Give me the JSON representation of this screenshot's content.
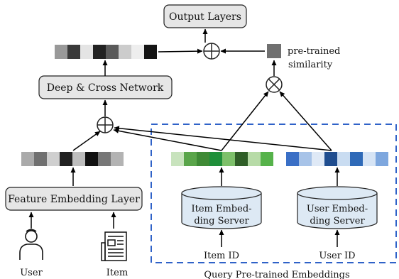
{
  "boxes": {
    "output_layers": "Output Layers",
    "deep_cross_network": "Deep & Cross Network",
    "feature_embedding_layer": "Feature Embedding Layer",
    "item_server_line1": "Item Embed-",
    "item_server_line2": "ding Server",
    "user_server_line1": "User Embed-",
    "user_server_line2": "ding Server"
  },
  "labels": {
    "pretrained_line1": "pre-trained",
    "pretrained_line2": "similarity",
    "item_id": "Item ID",
    "user_id": "User ID",
    "user": "User",
    "item": "Item",
    "query_region": "Query Pre-trained Embeddings"
  },
  "colors": {
    "box_fill": "#e6e6e6",
    "server_fill": "#dde9f4",
    "dashed_region": "#2f62c8",
    "dcn_output_vector": [
      "#999999",
      "#3a3a3a",
      "#e4e4e4",
      "#222222",
      "#5a5a5a",
      "#cccccc",
      "#eeeeee",
      "#151515"
    ],
    "feature_vector": [
      "#aaaaaa",
      "#707070",
      "#cfcfcf",
      "#222222",
      "#bdbdbd",
      "#111111",
      "#777777",
      "#b3b3b3"
    ],
    "item_vector": [
      "#c8e3bd",
      "#5aa54a",
      "#3f8a36",
      "#1f8f3a",
      "#7dc06a",
      "#2f5e27",
      "#b7dba7",
      "#56b24a"
    ],
    "user_vector": [
      "#3a6fc6",
      "#a7c3e8",
      "#dfe9f6",
      "#1f4d8f",
      "#c9dcf1",
      "#2f6ab8",
      "#d6e4f5",
      "#7ea7de"
    ],
    "similarity_square": "#707070"
  },
  "icons": {
    "user": "person-icon",
    "item": "newspaper-icon",
    "sum": "circle-plus-icon",
    "product": "circle-times-icon"
  }
}
